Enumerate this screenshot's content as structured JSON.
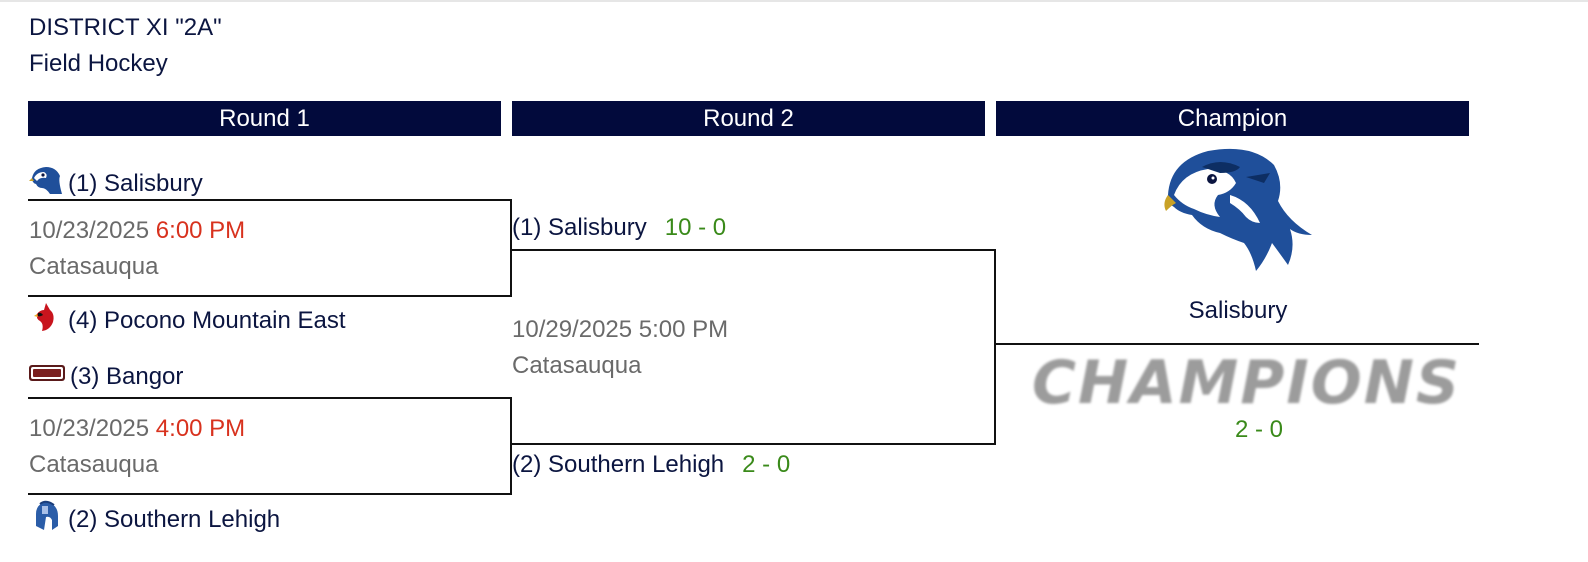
{
  "header": {
    "district": "DISTRICT XI \"2A\"",
    "sport": "Field Hockey"
  },
  "columns": {
    "round1": "Round 1",
    "round2": "Round 2",
    "champion": "Champion"
  },
  "round1": {
    "match1": {
      "team_top": "(1) Salisbury",
      "team_top_logo": "falcon-icon",
      "date": "10/23/2025",
      "time": "6:00 PM",
      "venue": "Catasauqua",
      "team_bottom": "(4) Pocono Mountain East",
      "team_bottom_logo": "cardinal-icon"
    },
    "match2": {
      "team_top": "(3) Bangor",
      "team_top_logo": "slaters-icon",
      "date": "10/23/2025",
      "time": "4:00 PM",
      "venue": "Catasauqua",
      "team_bottom": "(2) Southern Lehigh",
      "team_bottom_logo": "spartan-icon"
    }
  },
  "round2": {
    "team_top": "(1) Salisbury",
    "team_top_score": "10 - 0",
    "datetime": "10/29/2025 5:00 PM",
    "venue": "Catasauqua",
    "team_bottom": "(2) Southern Lehigh",
    "team_bottom_score": "2 - 0"
  },
  "champion": {
    "logo": "falcon-icon",
    "name": "Salisbury",
    "banner": "CHAMPIONS",
    "score": "2 - 0"
  },
  "colors": {
    "header_bg": "#020a3c",
    "time_red": "#d8321e",
    "score_green": "#3a8a1a",
    "falcon_blue": "#1f4f9a"
  }
}
